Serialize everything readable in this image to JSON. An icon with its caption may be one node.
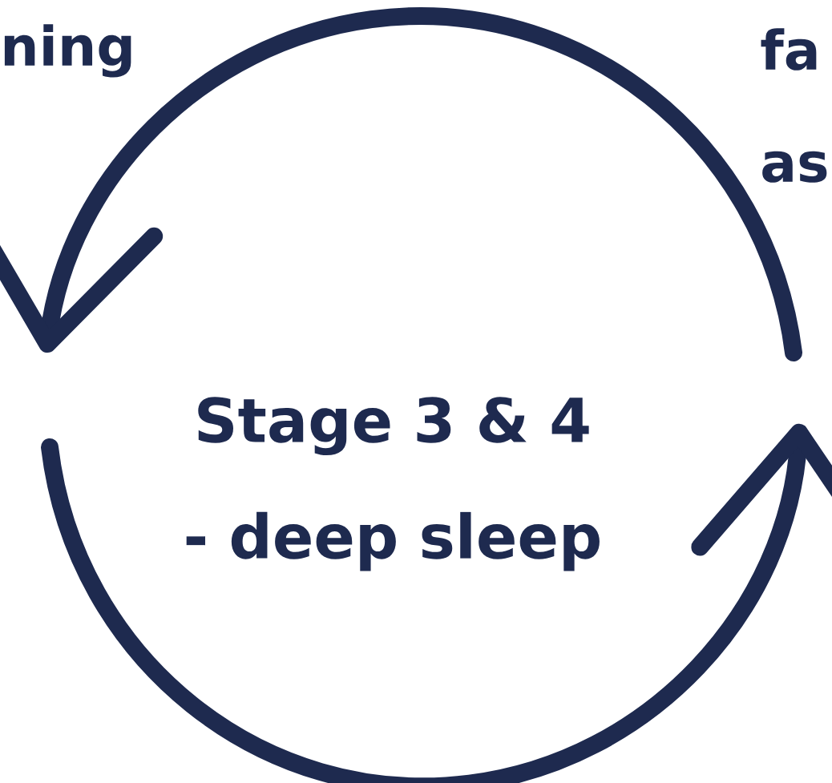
{
  "diagram": {
    "labels": [
      "ning",
      "fa as",
      "Stage 3 & 4 - deep sleep"
    ]
  }
}
